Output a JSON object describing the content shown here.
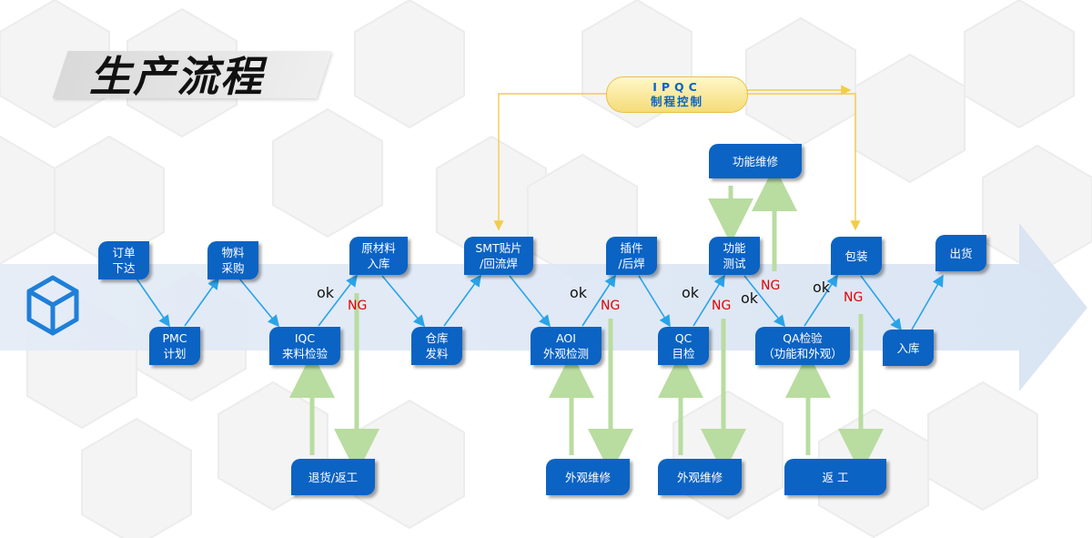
{
  "title": "生产流程",
  "ipqc": {
    "line1": "IPQC",
    "line2": "制程控制"
  },
  "nodes": {
    "order": "订单\n下达",
    "pmc": "PMC\n计划",
    "purchase": "物料\n采购",
    "iqc": "IQC\n来料检验",
    "raw_in": "原材料\n入库",
    "warehouse_out": "仓库\n发料",
    "smt": "SMT贴片\n/回流焊",
    "aoi": "AOI\n外观检测",
    "insert": "插件\n/后焊",
    "qc": "QC\n目检",
    "func_test": "功能\n测试",
    "func_repair": "功能维修",
    "qa": "QA检验\n（功能和外观）",
    "pack": "包装",
    "stock_in": "入库",
    "ship": "出货",
    "return_rework": "退货/返工",
    "appearance_repair_1": "外观维修",
    "appearance_repair_2": "外观维修",
    "rework": "返 工"
  },
  "labels": {
    "ok_iqc": "ok",
    "ng_iqc": "NG",
    "ok_aoi": "ok",
    "ng_aoi": "NG",
    "ok_qc": "ok",
    "ng_qc": "NG",
    "ok_func": "ok",
    "ng_func": "NG",
    "ok_qa": "ok",
    "ng_qa": "NG"
  },
  "colors": {
    "node_blue": "#0b63c4",
    "band_blue": "#dbe6f4",
    "connector_blue": "#29a3e8",
    "feedback_green": "#b9dca0",
    "ipqc_yellow": "#f5dc78",
    "ng_red": "#e00000",
    "cube_blue": "#1f7fd8"
  },
  "icons": {
    "main": "cube-icon"
  }
}
